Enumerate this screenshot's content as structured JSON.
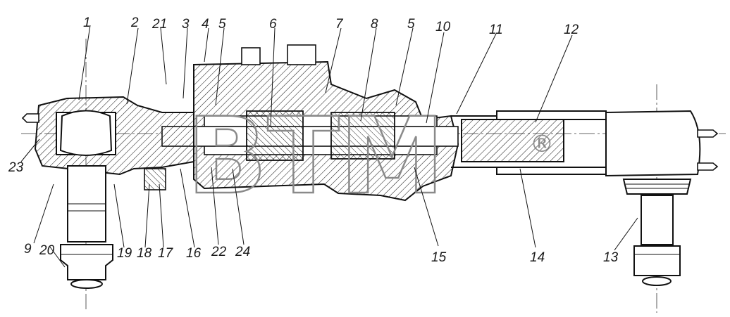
{
  "labels": [
    "1",
    "2",
    "21",
    "3",
    "4",
    "5",
    "6",
    "7",
    "8",
    "5",
    "10",
    "11",
    "12",
    "23",
    "9",
    "20",
    "19",
    "18",
    "17",
    "16",
    "22",
    "24",
    "15",
    "14",
    "13"
  ],
  "watermark": {
    "text": "BTM",
    "mark": "®",
    "color": "#8a8a8a"
  }
}
